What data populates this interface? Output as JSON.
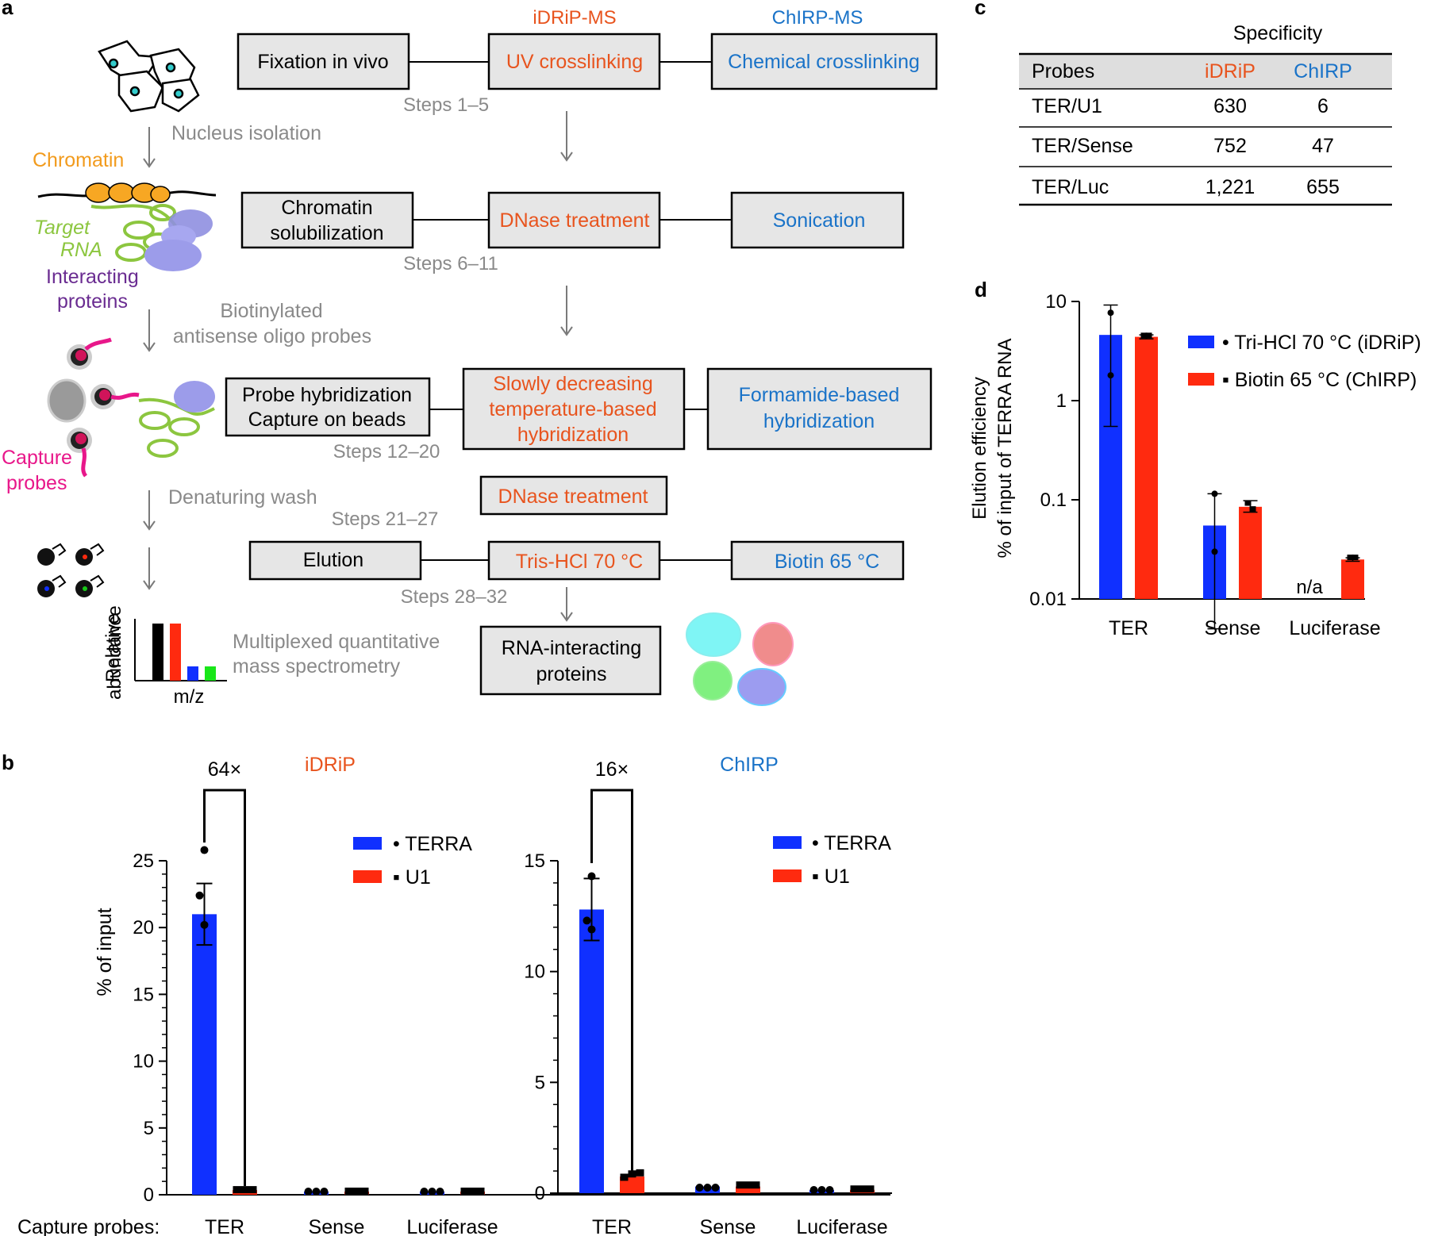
{
  "colors": {
    "red": "#e8541e",
    "blue": "#1a73c8",
    "gray": "#8a8a8a",
    "bar_blue": "#1030ff",
    "bar_red": "#ff2a0f"
  },
  "panel_a": {
    "letter": "a",
    "header_idrip": "iDRiP-MS",
    "header_chirp": "ChIRP-MS",
    "rows": [
      {
        "left": "Fixation in vivo",
        "mid": "UV crosslinking",
        "right": "Chemical crosslinking",
        "steps": "Steps 1–5"
      },
      {
        "left": [
          "Chromatin",
          "solubilization"
        ],
        "mid": "DNase treatment",
        "right": "Sonication",
        "steps": "Steps 6–11"
      },
      {
        "left": [
          "Probe hybridization",
          "Capture on beads"
        ],
        "mid": [
          "Slowly decreasing",
          "temperature-based",
          "hybridization"
        ],
        "right": [
          "Formamide-based",
          "hybridization"
        ],
        "steps": "Steps 12–20"
      },
      {
        "mid": "DNase treatment",
        "steps": "Steps 21–27"
      },
      {
        "left": "Elution",
        "mid": "Tris-HCl 70 °C",
        "right": "Biotin 65 °C",
        "steps": "Steps 28–32"
      },
      {
        "mid": [
          "RNA-interacting",
          "proteins"
        ]
      }
    ],
    "side_steps": [
      "Nucleus isolation",
      [
        "Biotinylated",
        "antisense oligo probes"
      ],
      "Denaturing wash",
      [
        "Multiplexed quantitative",
        "mass spectrometry"
      ]
    ],
    "cartoon_labels": {
      "chromatin": "Chromatin",
      "target_rna": [
        "Target",
        "RNA"
      ],
      "interacting_proteins": [
        "Interacting",
        "proteins"
      ],
      "capture_probes": [
        "Capture",
        "probes"
      ],
      "relative_abundance": [
        "Relative",
        "abundance"
      ],
      "mz": "m/z"
    }
  },
  "panel_b": {
    "letter": "b",
    "capture_probes_label": "Capture  probes:",
    "legend": [
      "• TERRA",
      "▪ U1"
    ],
    "charts": [
      {
        "title": "iDRiP",
        "fold": "64×",
        "ylabel": "% of input"
      },
      {
        "title": "ChIRP",
        "fold": "16×"
      }
    ]
  },
  "panel_c": {
    "letter": "c",
    "title": "Specificity",
    "headers": [
      "Probes",
      "iDRiP",
      "ChIRP"
    ],
    "rows": [
      [
        "TER/U1",
        "630",
        "6"
      ],
      [
        "TER/Sense",
        "752",
        "47"
      ],
      [
        "TER/Luc",
        "1,221",
        "655"
      ]
    ]
  },
  "panel_d": {
    "letter": "d",
    "ylabel": [
      "Elution efficiency",
      "% of input of TERRA RNA"
    ],
    "legend": [
      "• Tri-HCl 70 °C (iDRiP)",
      "▪ Biotin 65 °C (ChIRP)"
    ],
    "na_label": "n/a"
  },
  "chart_data": [
    {
      "type": "bar",
      "title": "iDRiP",
      "xlabel": "Capture  probes:",
      "ylabel": "% of input",
      "categories": [
        "TER",
        "Sense",
        "Luciferase"
      ],
      "ylim": [
        0,
        25
      ],
      "yticks": [
        "0",
        "5",
        "10",
        "15",
        "20",
        "25"
      ],
      "annotation": "64×",
      "series": [
        {
          "name": "TERRA",
          "values": [
            21.0,
            0.0,
            0.0
          ],
          "errors": [
            2.3,
            0,
            0
          ],
          "points": [
            [
              20.2,
              22.4,
              25.8
            ],
            [
              0.05,
              0.05,
              0.05
            ],
            [
              0.05,
              0.05,
              0.05
            ]
          ]
        },
        {
          "name": "U1",
          "values": [
            0.35,
            0.12,
            0.12
          ],
          "errors": [
            0.05,
            0.02,
            0.02
          ],
          "points": [
            [
              0.35,
              0.35,
              0.35
            ],
            [
              0.15,
              0.15,
              0.15
            ],
            [
              0.15,
              0.15,
              0.15
            ]
          ]
        }
      ]
    },
    {
      "type": "bar",
      "title": "ChIRP",
      "categories": [
        "TER",
        "Sense",
        "Luciferase"
      ],
      "ylim": [
        0,
        15
      ],
      "yticks": [
        "0",
        "5",
        "10",
        "15"
      ],
      "annotation": "16×",
      "series": [
        {
          "name": "TERRA",
          "values": [
            12.8,
            0.3,
            0.05
          ],
          "errors": [
            1.4,
            0.05,
            0.02
          ],
          "points": [
            [
              11.9,
              12.3,
              14.3
            ],
            [
              0.25,
              0.25,
              0.25
            ],
            [
              0.05,
              0.05,
              0.05
            ]
          ]
        },
        {
          "name": "U1",
          "values": [
            0.75,
            0.3,
            0.15
          ],
          "errors": [
            0.15,
            0.05,
            0.03
          ],
          "points": [
            [
              0.7,
              0.85,
              0.9
            ],
            [
              0.35,
              0.35,
              0.35
            ],
            [
              0.17,
              0.17,
              0.17
            ]
          ]
        }
      ]
    },
    {
      "type": "bar",
      "title": "",
      "ylabel": "Elution efficiency % of input of TERRA RNA",
      "yscale": "log",
      "categories": [
        "TER",
        "Sense",
        "Luciferase"
      ],
      "ylim": [
        0.01,
        10
      ],
      "yticks": [
        "0.01",
        "0.1",
        "1",
        "10"
      ],
      "series": [
        {
          "name": "Tri-HCl 70 °C (iDRiP)",
          "values": [
            4.6,
            0.055,
            null
          ],
          "err_lo": [
            0.55,
            0.005,
            null
          ],
          "err_hi": [
            9.2,
            0.115,
            null
          ],
          "points": [
            [
              7.7,
              1.8
            ],
            [
              0.115,
              0.03
            ],
            []
          ]
        },
        {
          "name": "Biotin 65 °C (ChIRP)",
          "values": [
            4.4,
            0.085,
            0.025
          ],
          "err_lo": [
            4.2,
            0.075,
            0.024
          ],
          "err_hi": [
            4.6,
            0.098,
            0.026
          ],
          "points": [
            [
              4.5,
              4.5
            ],
            [
              0.092,
              0.08
            ],
            [
              0.026,
              0.026
            ]
          ]
        }
      ]
    }
  ]
}
